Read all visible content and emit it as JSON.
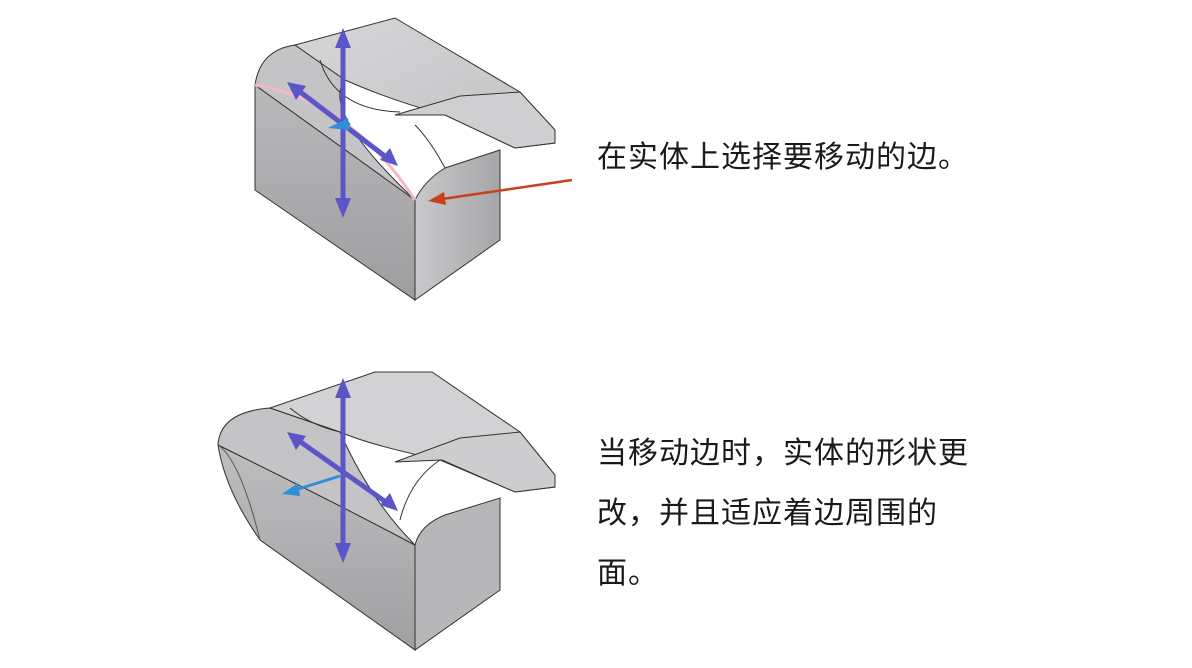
{
  "captions": {
    "top": "在实体上选择要移动的边。",
    "bottom_lines": [
      "当移动边时，实体的形状更",
      "改，并且适应着边周围的",
      "面。"
    ]
  },
  "colors": {
    "solid_face": "#c9c9cb",
    "solid_front": "#a9a9ab",
    "selected_edge": "#f2b8c6",
    "handle_arrow": "#5b55c8",
    "direction_arrow": "#2f8fd8",
    "callout_arrow": "#c8401e"
  },
  "icons": [
    "move-handle-icon",
    "callout-arrow-icon"
  ]
}
